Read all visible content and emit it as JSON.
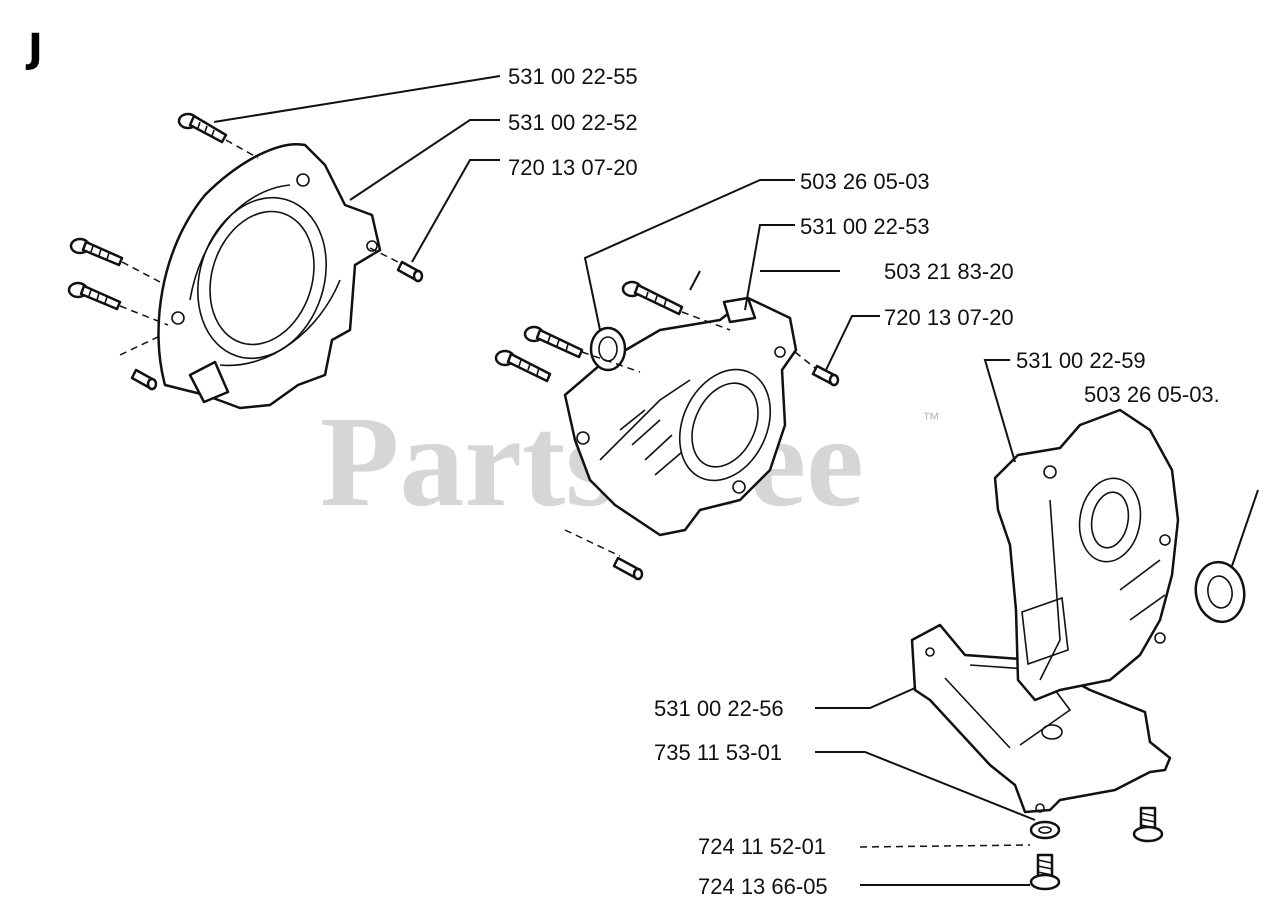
{
  "section_letter": "J",
  "watermark": {
    "text": "PartsTree",
    "trademark": "™"
  },
  "callouts": [
    {
      "id": "c1",
      "part_number": "531 00 22-55"
    },
    {
      "id": "c2",
      "part_number": "531 00 22-52"
    },
    {
      "id": "c3",
      "part_number": "720 13 07-20"
    },
    {
      "id": "c4",
      "part_number": "503 26 05-03"
    },
    {
      "id": "c5",
      "part_number": "531 00 22-53"
    },
    {
      "id": "c6",
      "part_number": "503 21 83-20"
    },
    {
      "id": "c7",
      "part_number": "720 13 07-20"
    },
    {
      "id": "c8",
      "part_number": "531 00 22-59"
    },
    {
      "id": "c9",
      "part_number": "503 26 05-03."
    },
    {
      "id": "c10",
      "part_number": "531 00 22-56"
    },
    {
      "id": "c11",
      "part_number": "735 11 53-01"
    },
    {
      "id": "c12",
      "part_number": "724 11 52-01"
    },
    {
      "id": "c13",
      "part_number": "724 13 66-05"
    }
  ]
}
